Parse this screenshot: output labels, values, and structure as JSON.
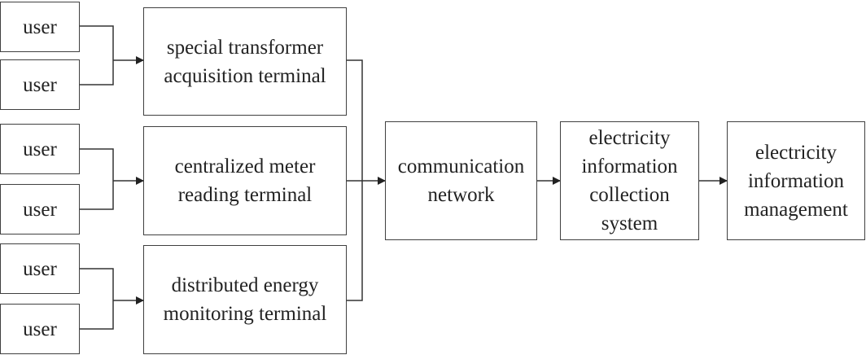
{
  "users": [
    "user",
    "user",
    "user",
    "user",
    "user",
    "user"
  ],
  "terminals": {
    "special": "special transformer\nacquisition terminal",
    "centralized": "centralized meter\nreading terminal",
    "distributed": "distributed energy\nmonitoring terminal"
  },
  "network": "communication\nnetwork",
  "collection": "electricity\ninformation\ncollection\nsystem",
  "management": "electricity\ninformation\nmanagement"
}
